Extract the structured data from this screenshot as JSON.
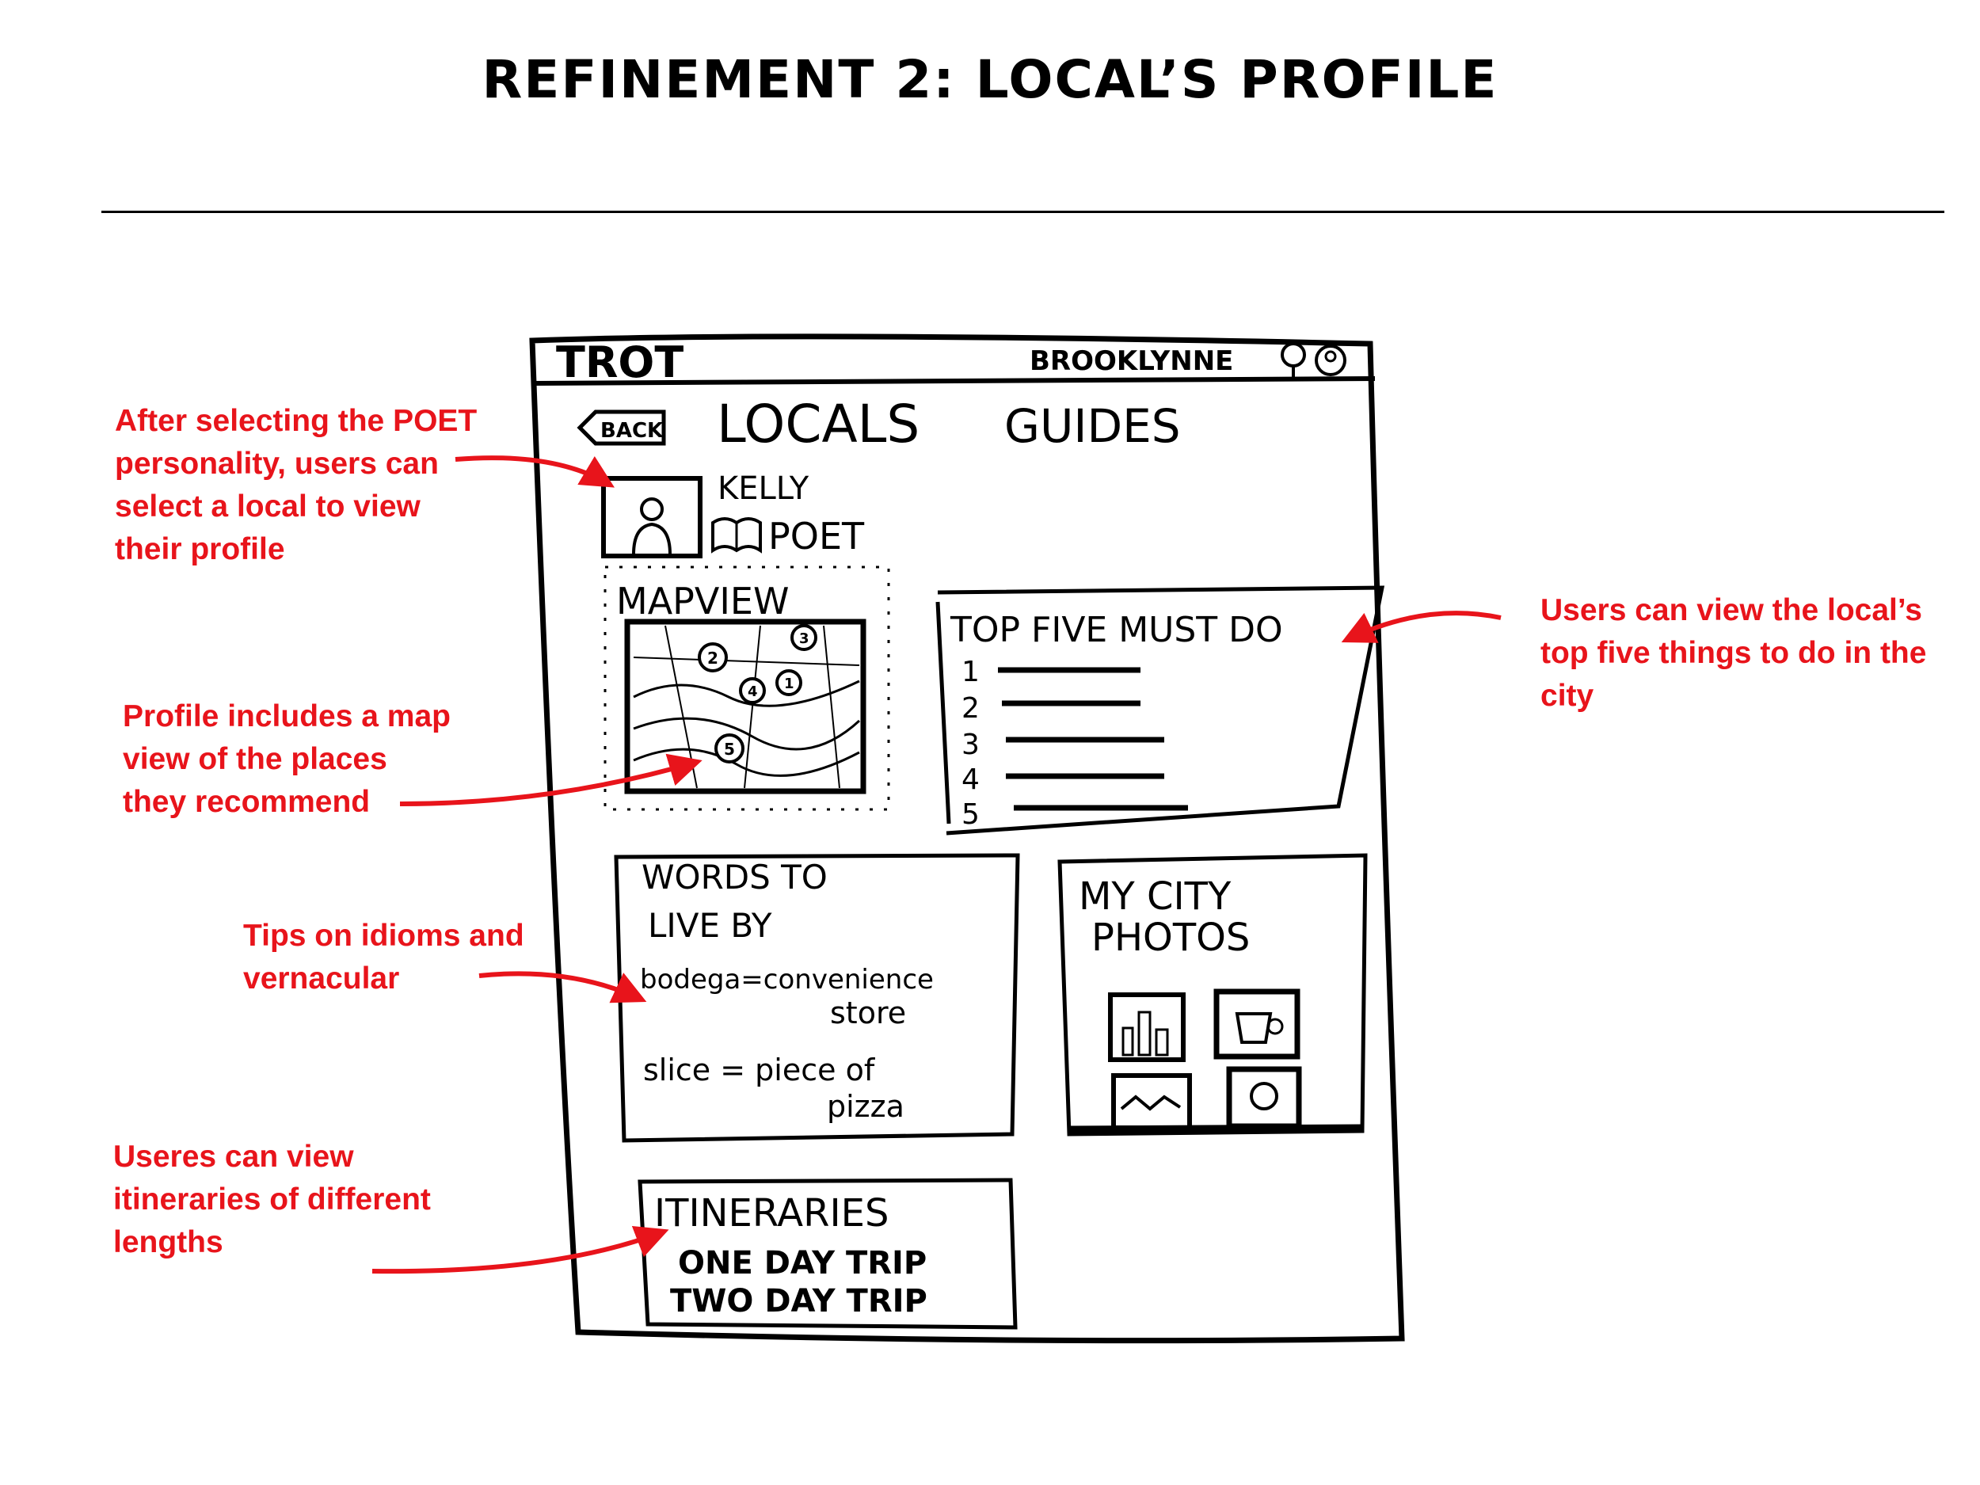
{
  "title": "REFINEMENT 2: LOCAL’S PROFILE",
  "colors": {
    "annotation": "#e8141b",
    "sketch": "#000000",
    "background": "#ffffff"
  },
  "annotations": {
    "select_local": [
      "After selecting the POET",
      "personality, users can",
      "select a local to view",
      "their profile"
    ],
    "map_view": [
      "Profile includes a map",
      "view of the places",
      "they recommend"
    ],
    "idioms": [
      "Tips on idioms and",
      "vernacular"
    ],
    "itineraries": [
      "Useres can view",
      "itineraries of different",
      "lengths"
    ],
    "top_five": [
      "Users can view the local’s",
      "top five things to do in the",
      "city"
    ]
  },
  "sketch": {
    "app_name": "TROT",
    "user_name": "BROOKLYNNE",
    "back_label": "BACK",
    "nav": {
      "locals": "LOCALS",
      "guides": "GUIDES"
    },
    "profile": {
      "name": "KELLY",
      "personality": "POET"
    },
    "map_view": {
      "title": "MAPVIEW",
      "pins": [
        "2",
        "3",
        "4",
        "1",
        "5"
      ]
    },
    "top_five": {
      "title": "TOP FIVE MUST DO",
      "numbers": [
        "1",
        "2",
        "3",
        "4",
        "5"
      ]
    },
    "words": {
      "title_1": "WORDS TO",
      "title_2": "LIVE BY",
      "idiom_1a": "bodega=convenience",
      "idiom_1b": "store",
      "idiom_2a": "slice = piece of",
      "idiom_2b": "pizza"
    },
    "photos": {
      "title_1": "MY CITY",
      "title_2": "PHOTOS"
    },
    "itineraries": {
      "title": "ITINERARIES",
      "items": [
        "ONE DAY TRIP",
        "TWO DAY TRIP"
      ]
    }
  }
}
